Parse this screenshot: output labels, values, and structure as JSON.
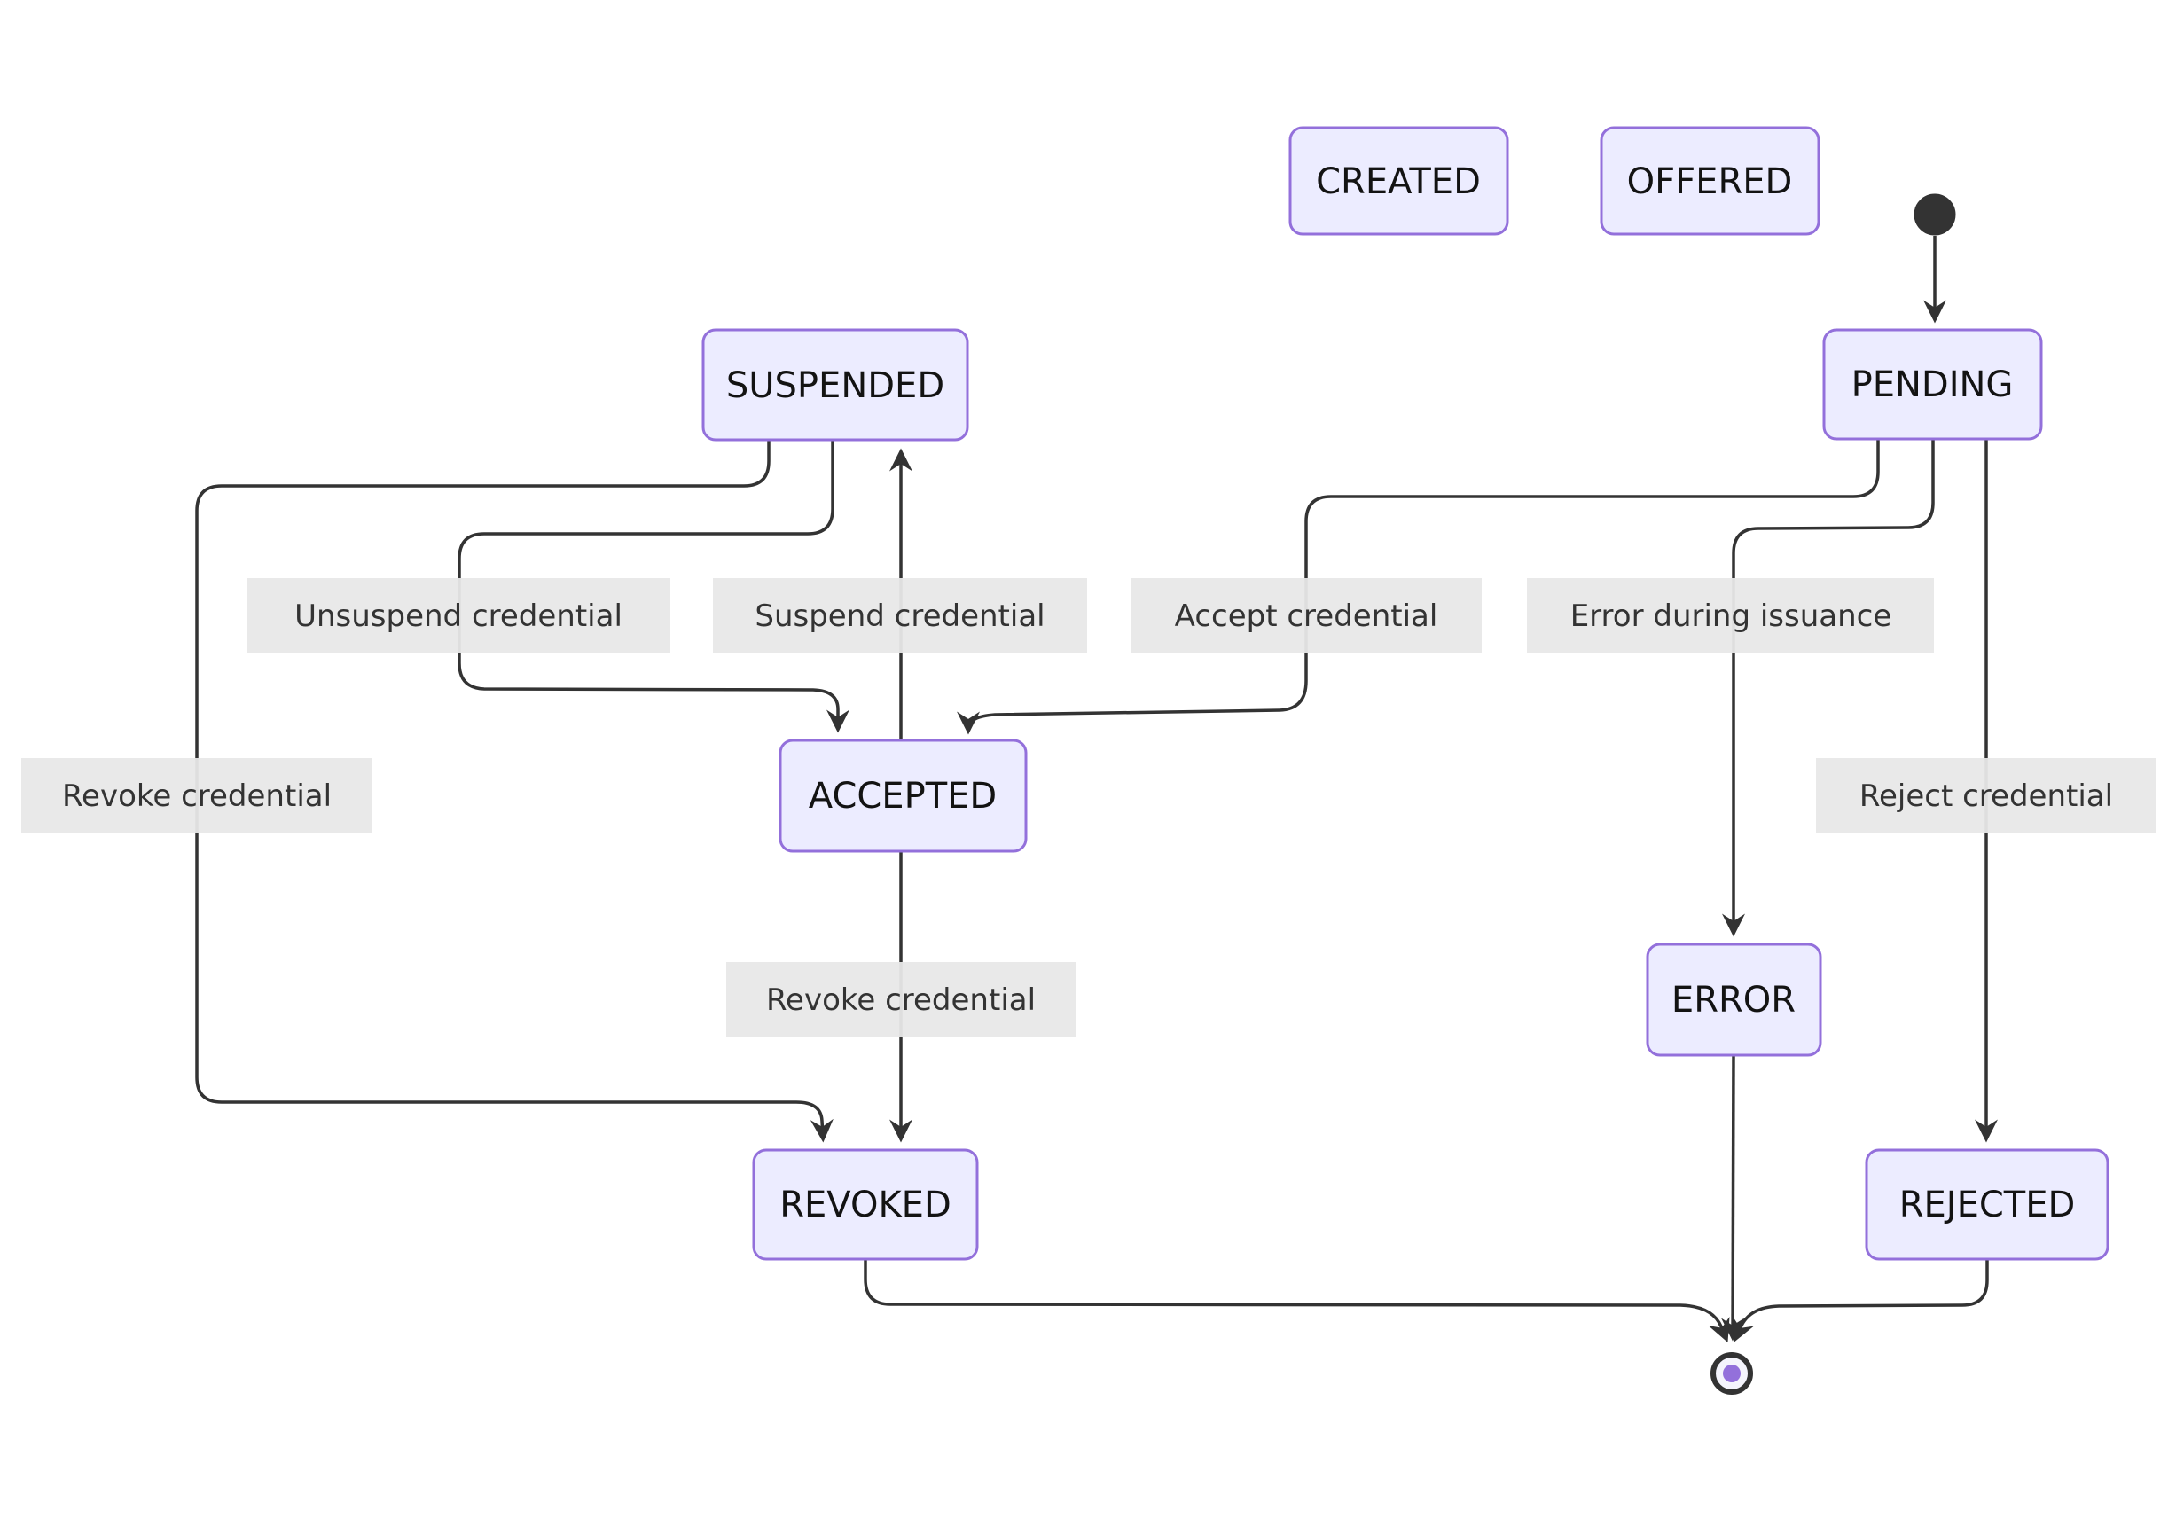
{
  "diagram": {
    "kind": "state-diagram",
    "colors": {
      "background": "#ffffff",
      "node_fill": "#ECECFF",
      "node_border": "#9370DB",
      "edge_stroke": "#333333",
      "edge_label_bg": "#e8e8e8",
      "edge_label_text": "#333333",
      "node_text": "#131313",
      "start_dot": "#333333",
      "end_inner_dot": "#9370DB"
    },
    "nodes": {
      "created": "CREATED",
      "offered": "OFFERED",
      "suspended": "SUSPENDED",
      "pending": "PENDING",
      "accepted": "ACCEPTED",
      "error": "ERROR",
      "revoked": "REVOKED",
      "rejected": "REJECTED"
    },
    "edge_labels": {
      "unsuspend": "Unsuspend credential",
      "suspend": "Suspend credential",
      "accept": "Accept credential",
      "error_issuance": "Error during issuance",
      "revoke_left": "Revoke credential",
      "revoke_mid": "Revoke credential",
      "reject": "Reject credential"
    },
    "transitions": [
      {
        "from": "[start]",
        "to": "PENDING",
        "label": ""
      },
      {
        "from": "PENDING",
        "to": "ACCEPTED",
        "label": "Accept credential"
      },
      {
        "from": "PENDING",
        "to": "ERROR",
        "label": "Error during issuance"
      },
      {
        "from": "PENDING",
        "to": "REJECTED",
        "label": "Reject credential"
      },
      {
        "from": "SUSPENDED",
        "to": "ACCEPTED",
        "label": "Unsuspend credential"
      },
      {
        "from": "ACCEPTED",
        "to": "SUSPENDED",
        "label": "Suspend credential"
      },
      {
        "from": "SUSPENDED",
        "to": "REVOKED",
        "label": "Revoke credential"
      },
      {
        "from": "ACCEPTED",
        "to": "REVOKED",
        "label": "Revoke credential"
      },
      {
        "from": "ERROR",
        "to": "[end]",
        "label": ""
      },
      {
        "from": "REVOKED",
        "to": "[end]",
        "label": ""
      },
      {
        "from": "REJECTED",
        "to": "[end]",
        "label": ""
      }
    ]
  }
}
